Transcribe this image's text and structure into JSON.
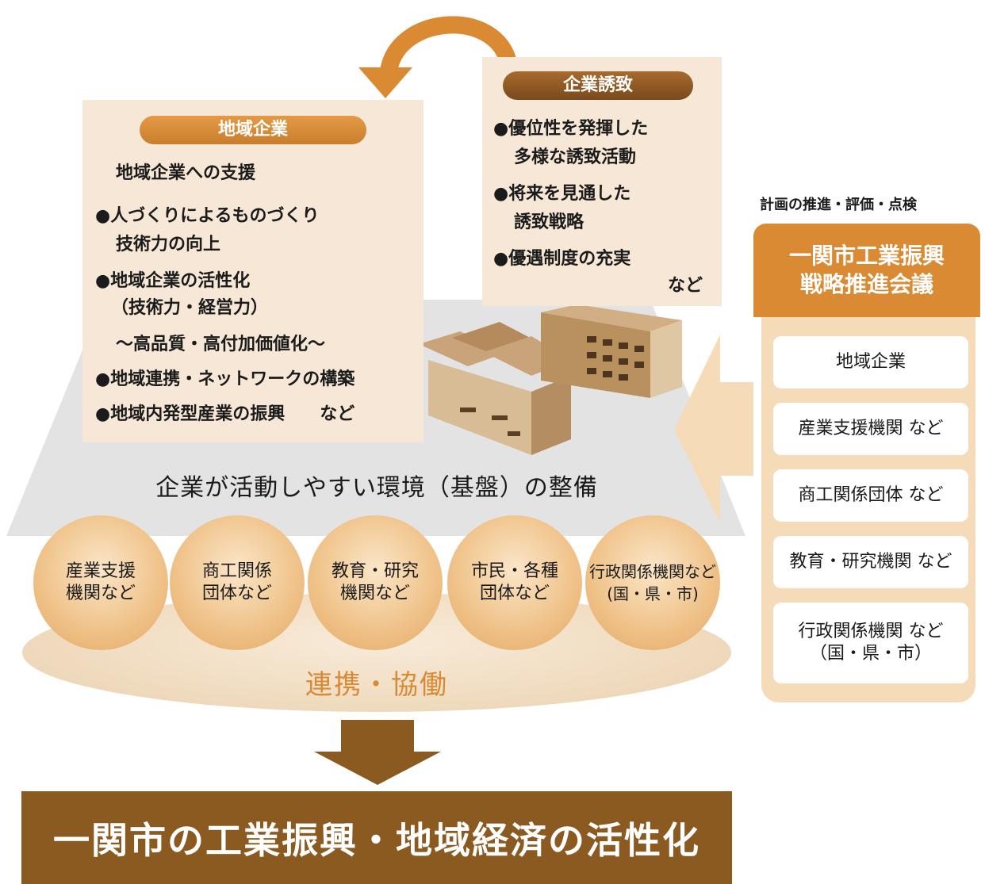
{
  "local": {
    "title": "地域企業",
    "subtitle": "地域企業への支援",
    "lines": [
      "●人づくりによるものづくり",
      "技術力の向上",
      "●地域企業の活性化",
      "（技術力・経営力）",
      "～高品質・高付加価値化～",
      "●地域連携・ネットワークの構築",
      "●地域内発型産業の振興　　など"
    ]
  },
  "attract": {
    "title": "企業誘致",
    "lines": [
      "●優位性を発揮した",
      "多様な誘致活動",
      "●将来を見通した",
      "誘致戦略",
      "●優遇制度の充実",
      "など"
    ]
  },
  "environment_title": "企業が活動しやすい環境（基盤）の整備",
  "circles": [
    "産業支援\n機関など",
    "商工関係\n団体など",
    "教育・研究\n機関など",
    "市民・各種\n団体など",
    "行政関係機関など\n(国・県・市)"
  ],
  "collaboration": "連携・協働",
  "result": "一関市の工業振興・地域経済の活性化",
  "council": {
    "label": "計画の推進・評価・点検",
    "title": "一関市工業振興\n戦略推進会議",
    "members": [
      "地域企業",
      "産業支援機関 など",
      "商工関係団体 など",
      "教育・研究機関 など",
      "行政関係機関 など\n（国・県・市）"
    ]
  },
  "colors": {
    "orange": "#d98a32",
    "brown": "#8a5a21",
    "cream": "#f6e7d6",
    "gray": "#e3e3e4"
  }
}
